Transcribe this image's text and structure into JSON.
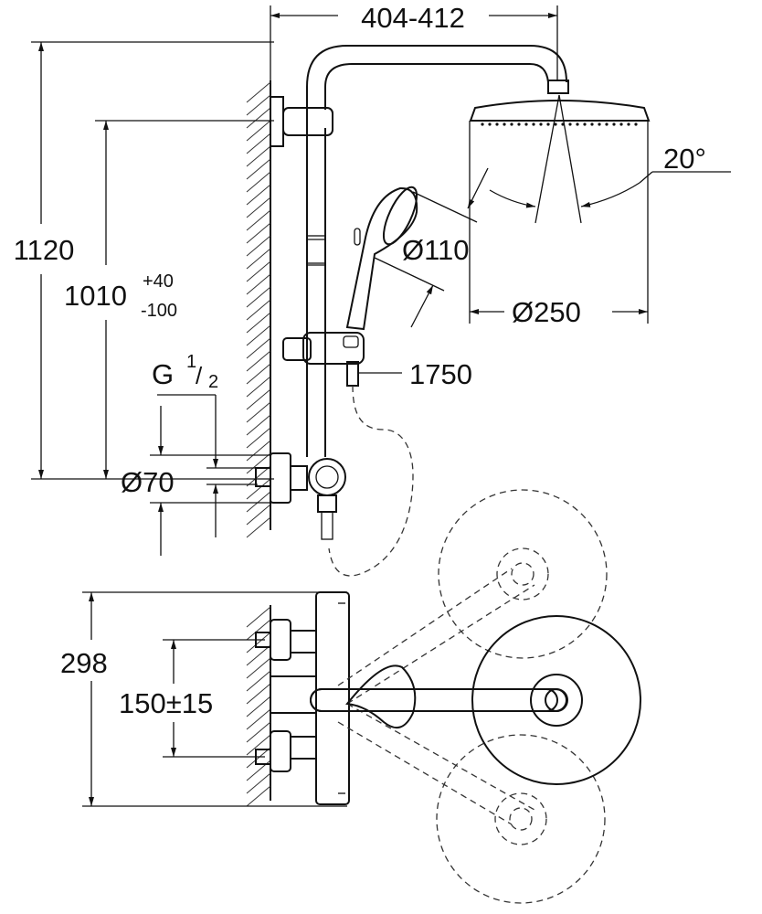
{
  "dimensions": {
    "arm_reach": "404-412",
    "total_height": "1120",
    "rail_height_main": "1010",
    "rail_height_sup": "+40",
    "rail_height_sub": "-100",
    "angle": "20°",
    "hand_shower_dia": "Ø110",
    "head_shower_dia": "Ø250",
    "hose_length": "1750",
    "connection_thread_g": "G",
    "connection_thread_num": "1",
    "connection_thread_den": "2",
    "escutcheon_dia": "Ø70",
    "top_view_depth": "298",
    "centers": "150±15"
  },
  "colors": {
    "line": "#111111",
    "background": "#ffffff"
  }
}
